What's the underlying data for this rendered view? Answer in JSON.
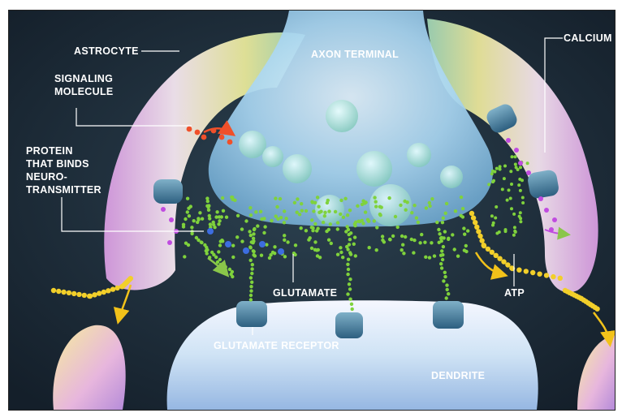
{
  "labels": {
    "astrocyte": "ASTROCYTE",
    "axon_terminal": "AXON TERMINAL",
    "calcium": "CALCIUM",
    "signaling_1": "SIGNALING",
    "signaling_2": "MOLECULE",
    "protein_1": "PROTEIN",
    "protein_2": "THAT BINDS",
    "protein_3": "NEURO-",
    "protein_4": "TRANSMITTER",
    "glutamate": "GLUTAMATE",
    "atp": "ATP",
    "glutamate_receptor": "GLUTAMATE RECEPTOR",
    "dendrite": "DENDRITE"
  },
  "colors": {
    "background": "#1b2a38",
    "glutamate_dots": "#7fd23c",
    "atp_dots": "#f2cf2a",
    "calcium_dots": "#c04be0",
    "signaling_dots": "#f0502a",
    "protein_dots": "#3d6de0",
    "arrows": "#f2c21a"
  }
}
